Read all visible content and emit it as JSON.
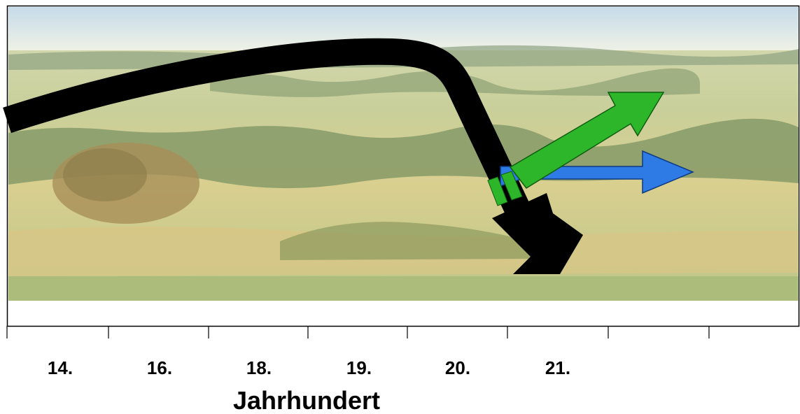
{
  "axis": {
    "title": "Jahrhundert",
    "tick_labels": [
      "14.",
      "16.",
      "18.",
      "19.",
      "20.",
      "21."
    ]
  },
  "colors": {
    "main_arrow": "#000000",
    "green_arrow": "#2db62a",
    "blue_arrow": "#2f7be6",
    "frame": "#000000"
  },
  "image": {
    "subject": "landscape-photo"
  }
}
